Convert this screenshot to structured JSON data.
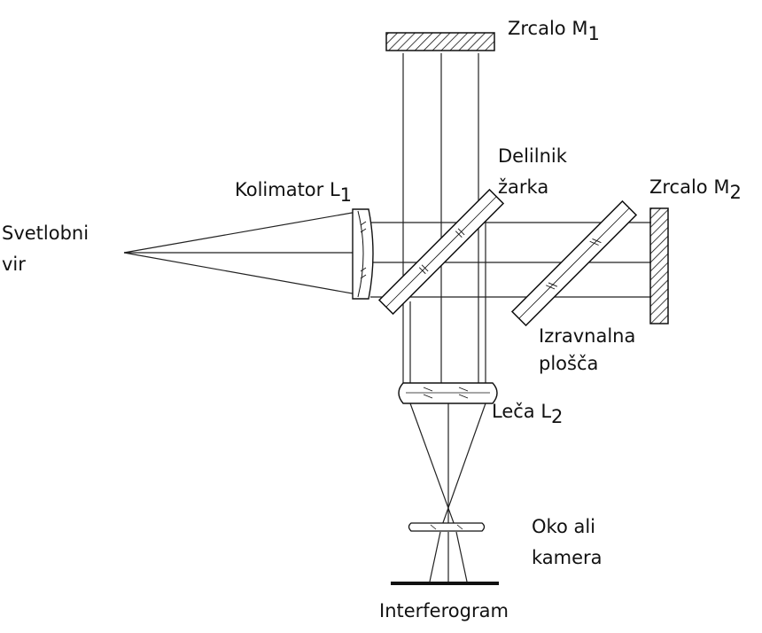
{
  "labels": {
    "mirror_m1": {
      "text": "Zrcalo M",
      "sub": "1"
    },
    "mirror_m2": {
      "text": "Zrcalo M",
      "sub": "2"
    },
    "beam_splitter": {
      "line1": "Delilnik",
      "line2": "žarka"
    },
    "collimator": {
      "text": "Kolimator L",
      "sub": "1"
    },
    "light_source": {
      "line1": "Svetlobni",
      "line2": "vir"
    },
    "compensator": {
      "line1": "Izravnalna",
      "line2": "plošča"
    },
    "lens": {
      "text": "Leča L",
      "sub": "2"
    },
    "eye_camera": {
      "line1": "Oko ali",
      "line2": "kamera"
    },
    "interferogram": {
      "text": "Interferogram"
    }
  },
  "colors": {
    "ink": "#111111",
    "background": "#ffffff"
  }
}
